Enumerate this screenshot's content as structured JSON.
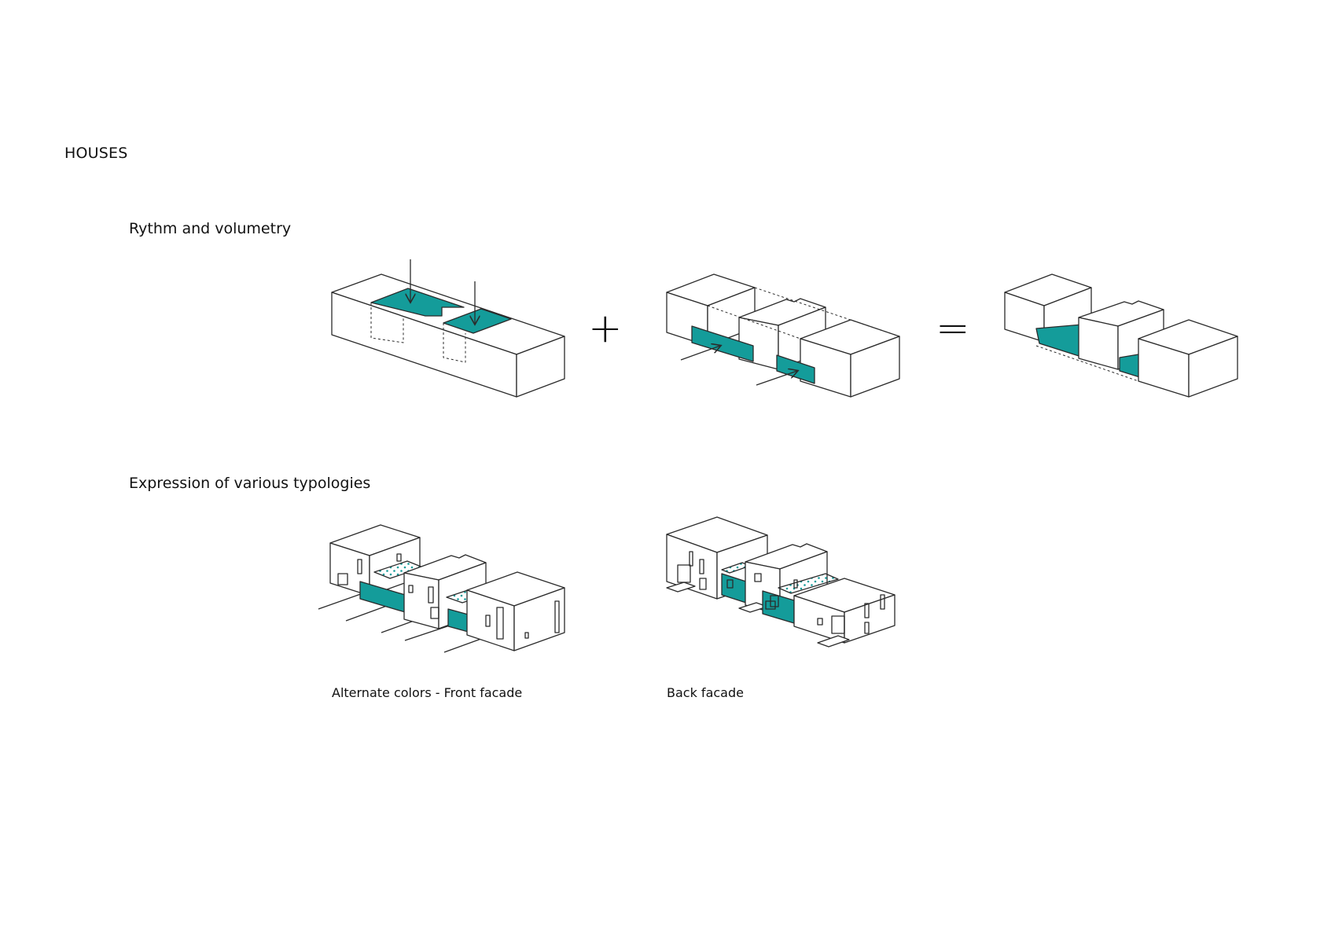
{
  "section_title": "HOUSES",
  "subtitles": {
    "rhythm": "Rythm and volumetry",
    "expression": "Expression of various typologies"
  },
  "operators": {
    "plus": "+",
    "equals": "="
  },
  "captions": {
    "front": "Alternate colors - Front facade",
    "back": "Back facade"
  },
  "colors": {
    "accent": "#149c9a",
    "line": "#2b2b2b",
    "fill": "#ffffff"
  }
}
